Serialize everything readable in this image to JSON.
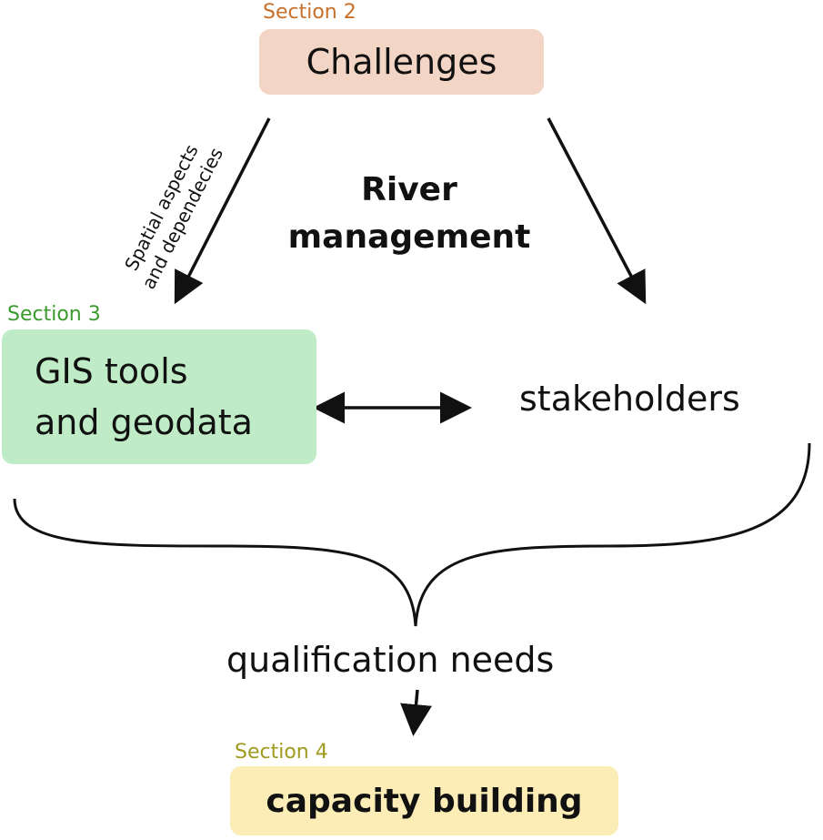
{
  "sections": {
    "challenges": {
      "label": "Section 2",
      "title": "Challenges",
      "label_color": "#c8702a",
      "box_color": "#f2d5c4"
    },
    "gis": {
      "label": "Section 3",
      "title_line1": "GIS tools",
      "title_line2": "and geodata",
      "label_color": "#3a9a2e",
      "box_color": "#bfecc6"
    },
    "capacity": {
      "label": "Section 4",
      "title": "capacity building",
      "label_color": "#a09a1e",
      "box_color": "#fbedb5"
    }
  },
  "center_title": {
    "line1": "River",
    "line2": "management"
  },
  "side_note": {
    "line1": "Spatial aspects",
    "line2": "and dependecies"
  },
  "stakeholders": "stakeholders",
  "qualification": "qualification needs"
}
